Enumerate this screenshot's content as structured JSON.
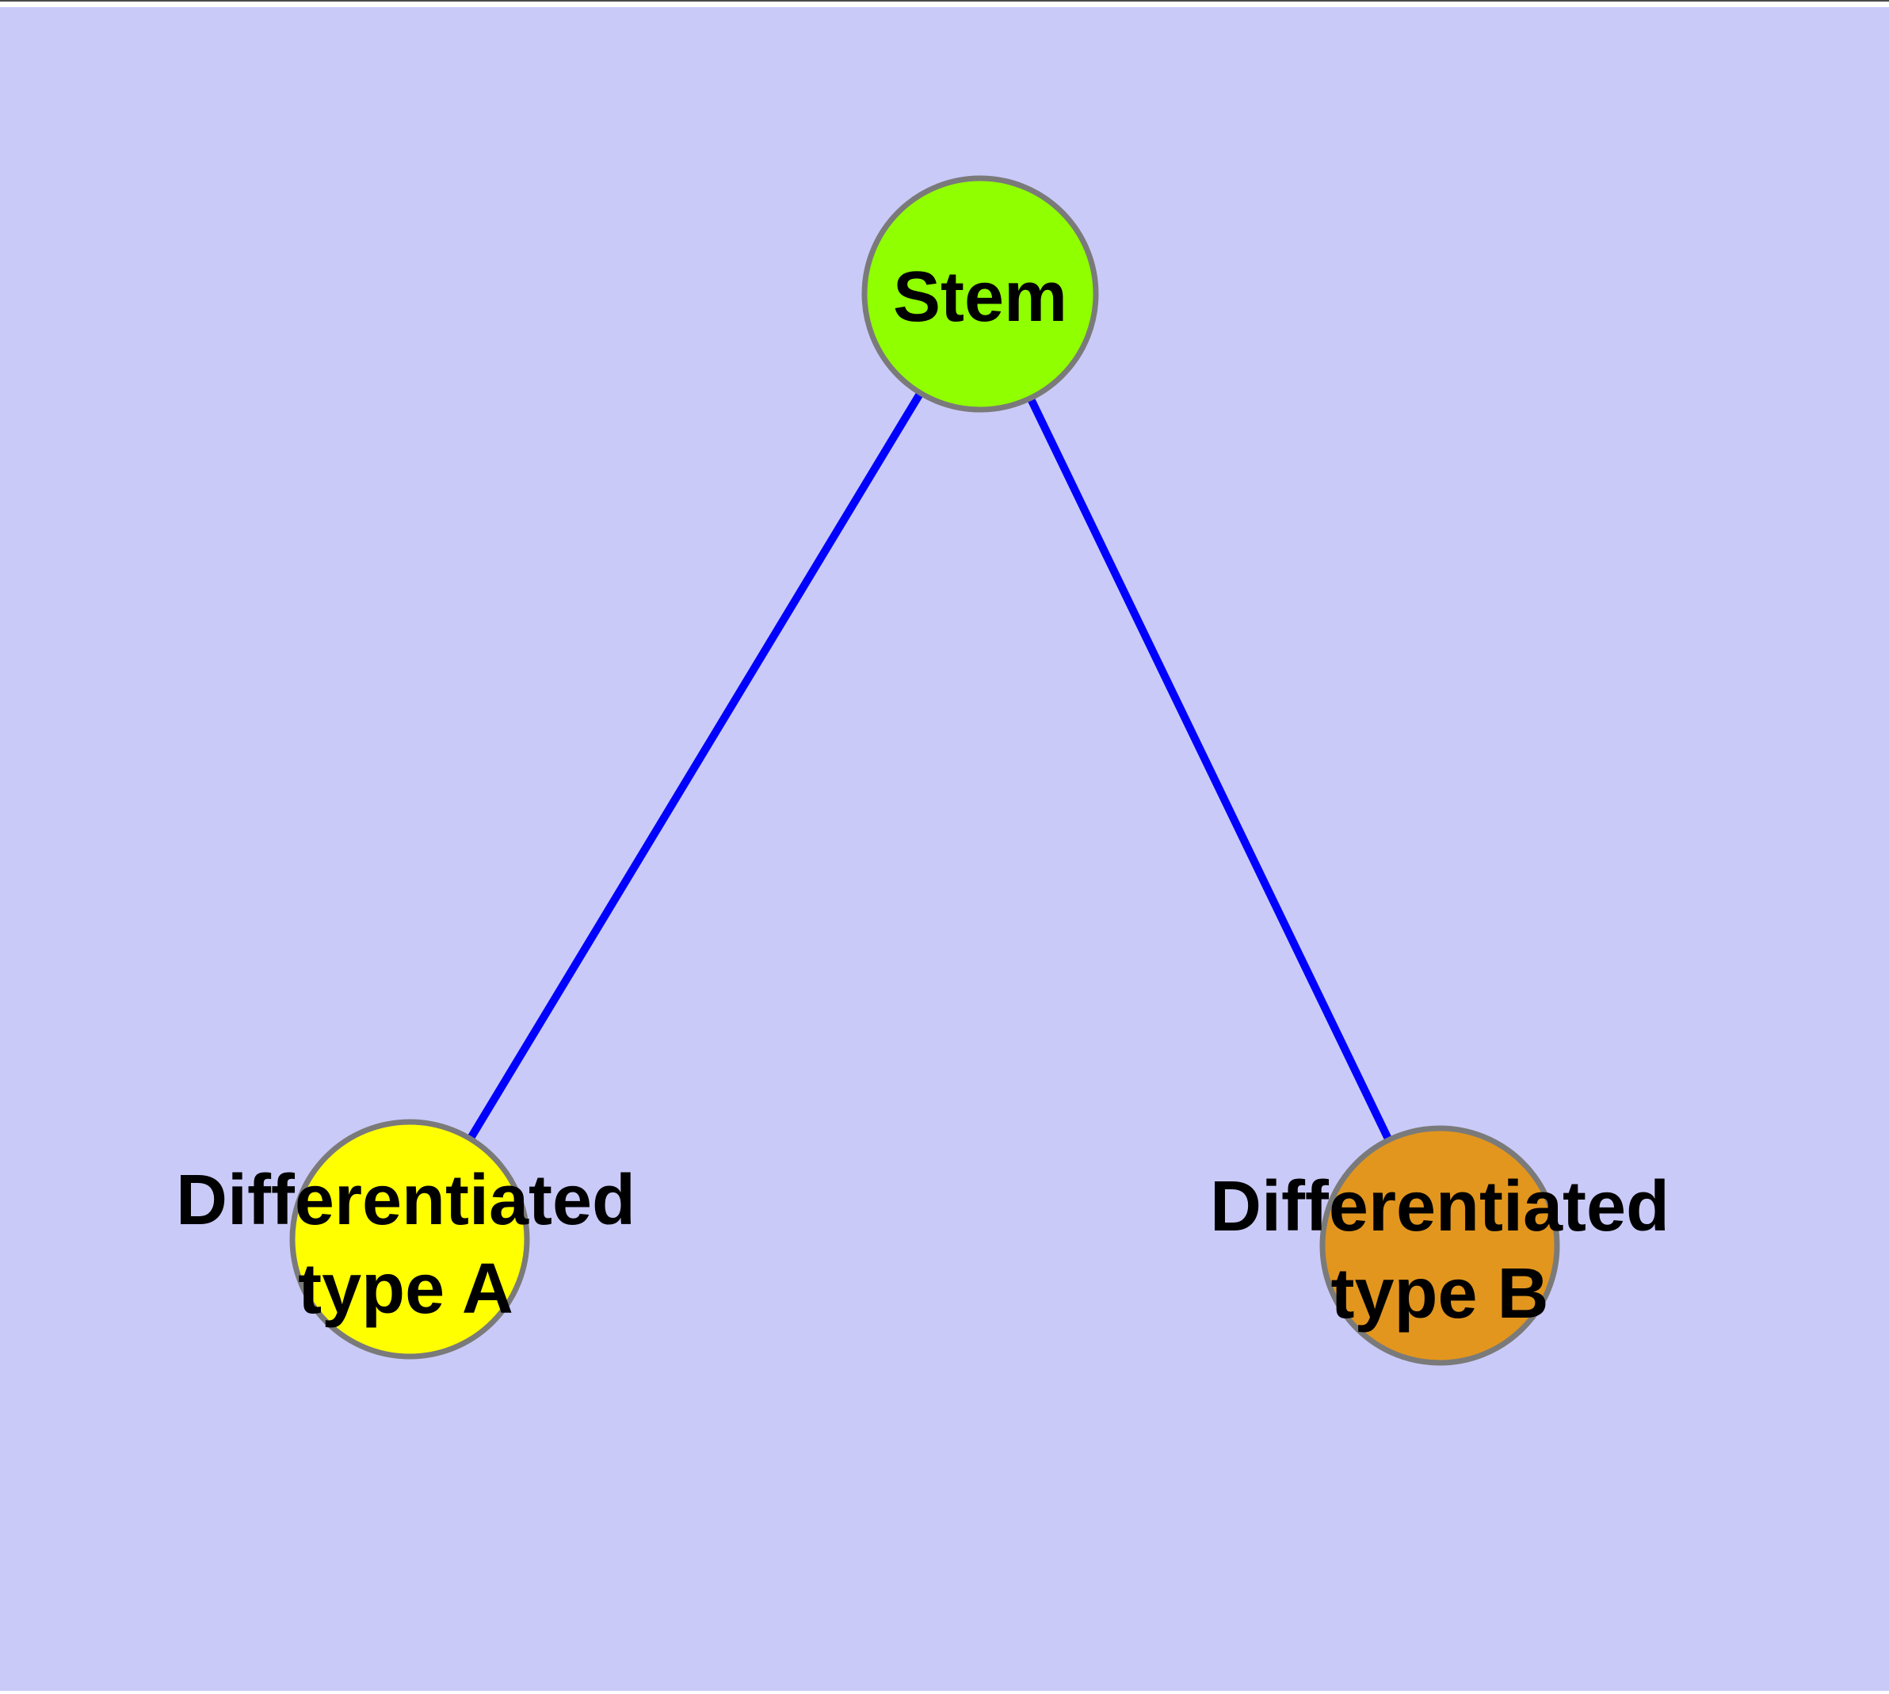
{
  "diagram": {
    "type": "graph",
    "background_color": "#CACAF8",
    "frame_top_line_color": "#4A4A4A",
    "frame_margin_color": "#FFFFFF",
    "edge_color": "#0000FF",
    "node_border_color": "#7A7A7A",
    "text_color": "#000000",
    "nodes": [
      {
        "id": "stem",
        "label": "Stem",
        "fill": "#90FF00"
      },
      {
        "id": "differentiated-type-a",
        "label": "Differentiated type A",
        "line1": "Differentiated",
        "line2": "type A",
        "fill": "#FFFF00"
      },
      {
        "id": "differentiated-type-b",
        "label": "Differentiated type B",
        "line1": "Differentiated",
        "line2": "type B",
        "fill": "#E2961E"
      }
    ],
    "edges": [
      {
        "from": "stem",
        "to": "differentiated-type-a"
      },
      {
        "from": "stem",
        "to": "differentiated-type-b"
      }
    ]
  }
}
